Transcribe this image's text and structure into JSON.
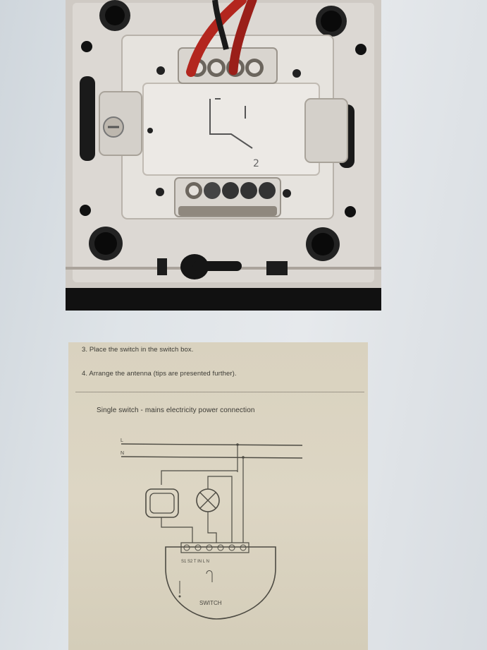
{
  "document": {
    "steps": [
      "3. Place the switch in the switch box.",
      "4. Arrange the antenna (tips are presented further)."
    ],
    "diagram_title": "Single switch - mains electricity power connection",
    "diagram": {
      "line_label": "L",
      "neutral_label": "N",
      "terminal_labels": "S1 S2  T    IN  L   N",
      "module_label": "SWITCH"
    }
  },
  "colors": {
    "screen_bg": "#dfe4e8",
    "photo_bg": "#111111",
    "paper": "#dad3c1",
    "ink": "#3b3a34",
    "wire_red": "#b3261e"
  }
}
